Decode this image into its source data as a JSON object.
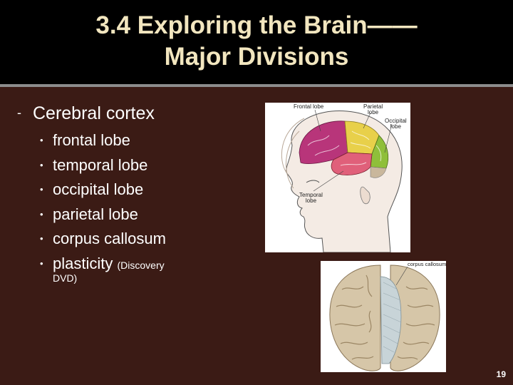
{
  "slide": {
    "title_line1": "3.4 Exploring the Brain——",
    "title_line2": "Major Divisions",
    "main_bullet": "Cerebral cortex",
    "main_marker": "-",
    "sub_marker": "•",
    "sub_items": [
      {
        "text": "frontal lobe"
      },
      {
        "text": "temporal lobe"
      },
      {
        "text": "occipital lobe"
      },
      {
        "text": "parietal lobe"
      },
      {
        "text": "corpus callosum"
      },
      {
        "text": "plasticity",
        "small": "(Discovery"
      }
    ],
    "wrap_text": "DVD)",
    "page_number": "19"
  },
  "head_image": {
    "labels": {
      "frontal": "Frontal lobe",
      "parietal_1": "Parietal",
      "parietal_2": "lobe",
      "occipital_1": "Occipital",
      "occipital_2": "lobe",
      "temporal_1": "Temporal",
      "temporal_2": "lobe"
    },
    "colors": {
      "frontal": "#b8357a",
      "parietal": "#e8d04a",
      "occipital": "#8fbf3a",
      "temporal": "#e0607a",
      "skin": "#f4ebe4",
      "line": "#555555"
    }
  },
  "top_image": {
    "label": "corpus callosum",
    "colors": {
      "brain": "#d6c6a8",
      "fold": "#9b8664",
      "callosum": "#c8d4d8"
    }
  },
  "theme": {
    "title_color": "#f2e6bf",
    "background": "#3b1b15",
    "title_bar": "#000000"
  }
}
